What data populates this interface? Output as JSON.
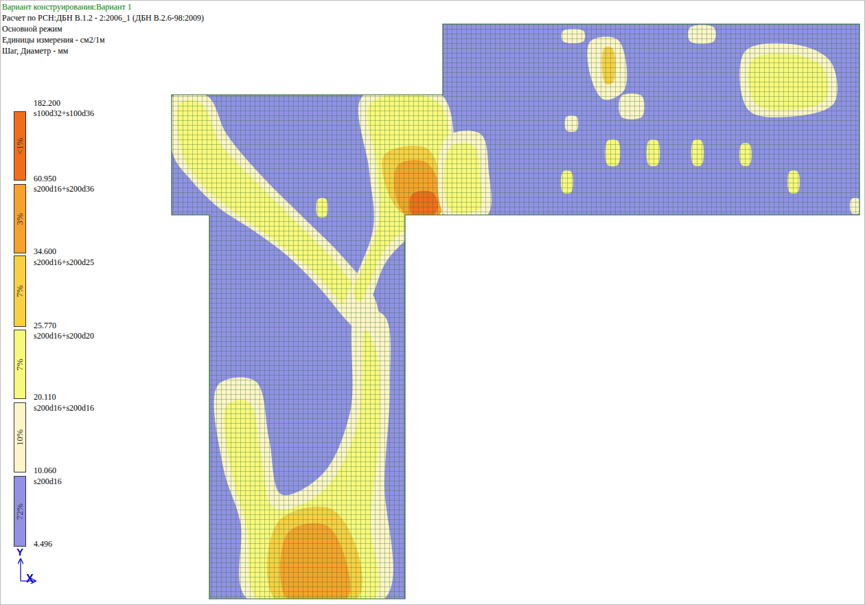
{
  "diagram": {
    "labels": [
      "Вариант конструирования:Вариант 1",
      "Расчет по РСН:ДБН В.1.2 - 2:2006_1 (ДБН В.2.6-98:2009)",
      "Основной режим",
      "Единицы измерения - см2/1м",
      "Шаг, Диаметр - мм",
      "182.200",
      "60.950",
      "34.600",
      "25.770",
      "20.110",
      "10.060",
      "4.496",
      "<1%",
      "3%",
      "7%",
      "7%",
      "10%",
      "72%",
      "Y",
      "X"
    ],
    "legend": [
      {
        "text": "s100d32+s100d36",
        "color": "#f26c1a"
      },
      {
        "text": "s200d16+s200d36",
        "color": "#f7a22a"
      },
      {
        "text": "s200d16+s200d25",
        "color": "#f8d042"
      },
      {
        "text": "s200d16+s200d20",
        "color": "#f8f87c"
      },
      {
        "text": "s200d16+s200d16",
        "color": "#fdf5c8"
      },
      {
        "text": "s200d16",
        "color": "#9191e6"
      }
    ]
  }
}
